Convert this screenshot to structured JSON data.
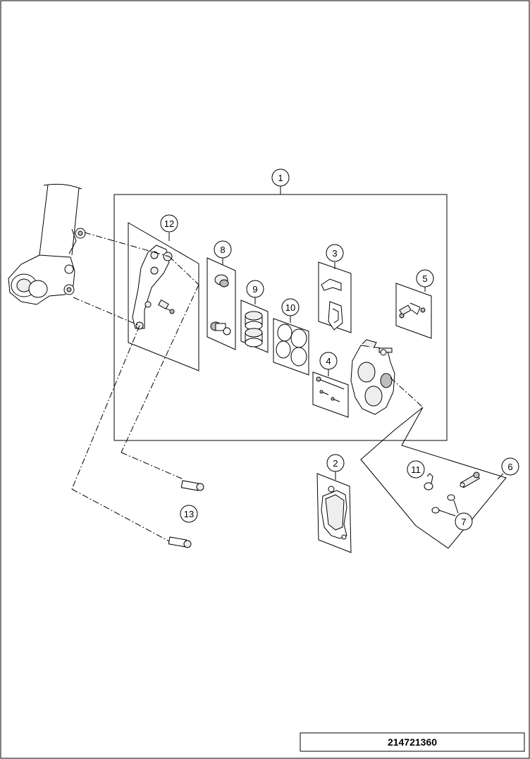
{
  "callouts": {
    "c1": "1",
    "c2": "2",
    "c3": "3",
    "c4": "4",
    "c5": "5",
    "c6": "6",
    "c7": "7",
    "c8": "8",
    "c9": "9",
    "c10": "10",
    "c11": "11",
    "c12": "12",
    "c13": "13"
  },
  "drawing_code": "214721360",
  "icons": [
    "fork-leg",
    "caliper-bracket",
    "piston-bleeder",
    "pistons",
    "seal-rings",
    "pad-spring",
    "pad-pin-kit",
    "bleeder-screw",
    "brake-caliper",
    "brake-pads",
    "banjo-bolt",
    "sealing-washers",
    "banjo-fitting",
    "mounting-bolt"
  ]
}
